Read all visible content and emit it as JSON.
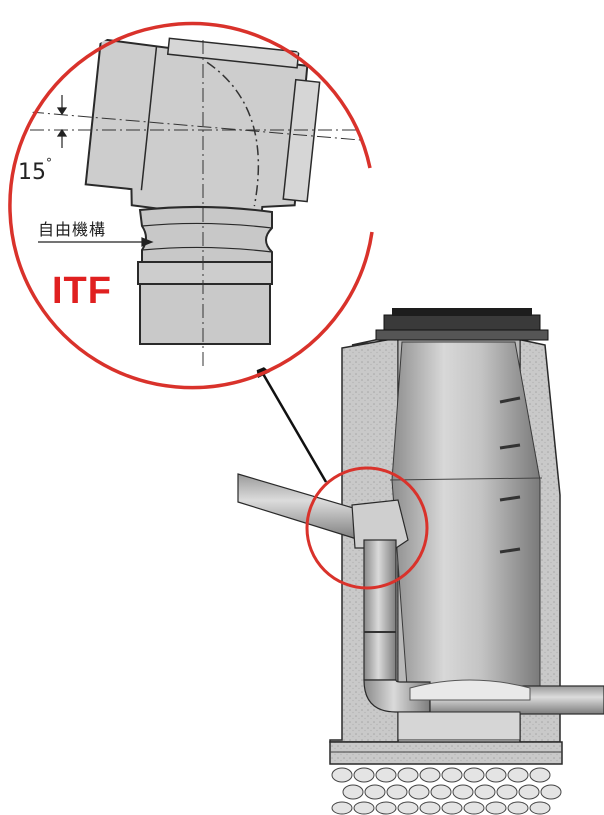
{
  "detail": {
    "angle_value": "15",
    "angle_unit": "°",
    "mechanism_label": "自由機構",
    "brand_label": "ITF"
  },
  "colors": {
    "highlight_circle": "#d9322b",
    "brand_text": "#e02020",
    "pipe_fill": "#cfcfcf",
    "concrete_fill": "#bdbdbd",
    "outline": "#2a2a2a"
  },
  "icons": [
    "pointer-arrow-icon",
    "angle-arrow-icon"
  ]
}
